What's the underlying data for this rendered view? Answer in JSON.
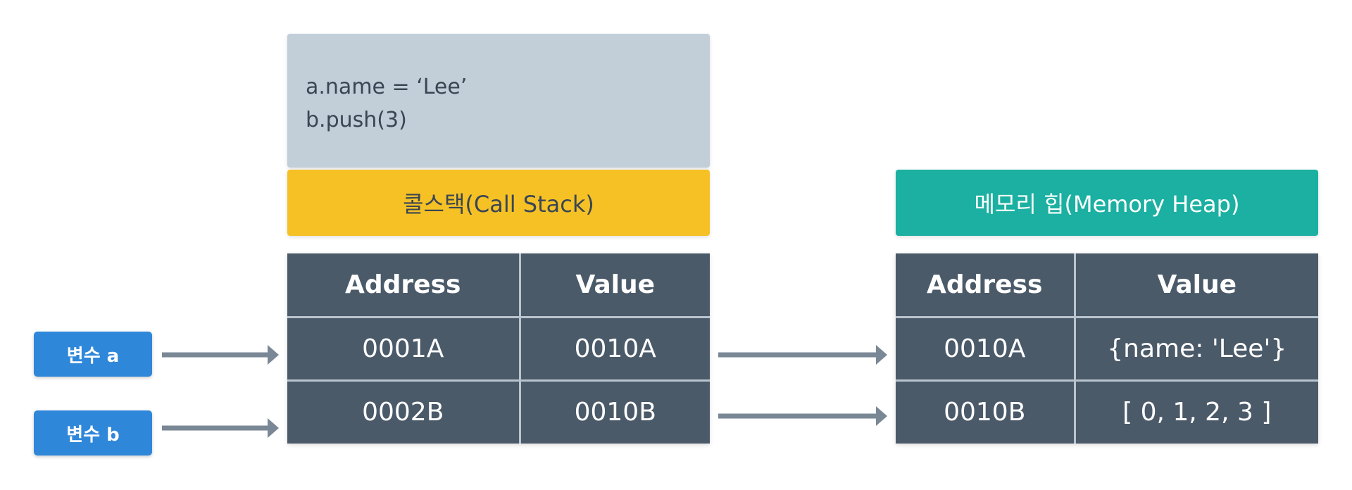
{
  "code": {
    "lines": [
      "a.name = ‘Lee’",
      "b.push(3)"
    ]
  },
  "call_stack": {
    "title": "콜스택(Call Stack)",
    "headers": [
      "Address",
      "Value"
    ],
    "rows": [
      [
        "0001A",
        "0010A"
      ],
      [
        "0002B",
        "0010B"
      ]
    ]
  },
  "memory_heap": {
    "title": "메모리 힙(Memory Heap)",
    "headers": [
      "Address",
      "Value"
    ],
    "rows": [
      [
        "0010A",
        "{name: 'Lee'}"
      ],
      [
        "0010B",
        "[ 0, 1, 2, 3 ]"
      ]
    ]
  },
  "variables": [
    "변수 a",
    "변수 b"
  ],
  "colors": {
    "code_bg": "#c2ced8",
    "call_stack_header": "#f6c125",
    "memory_heap_header": "#1bb0a1",
    "table_bg": "#4b5a69",
    "variable_label": "#2f87da",
    "arrow": "#7a8795"
  }
}
